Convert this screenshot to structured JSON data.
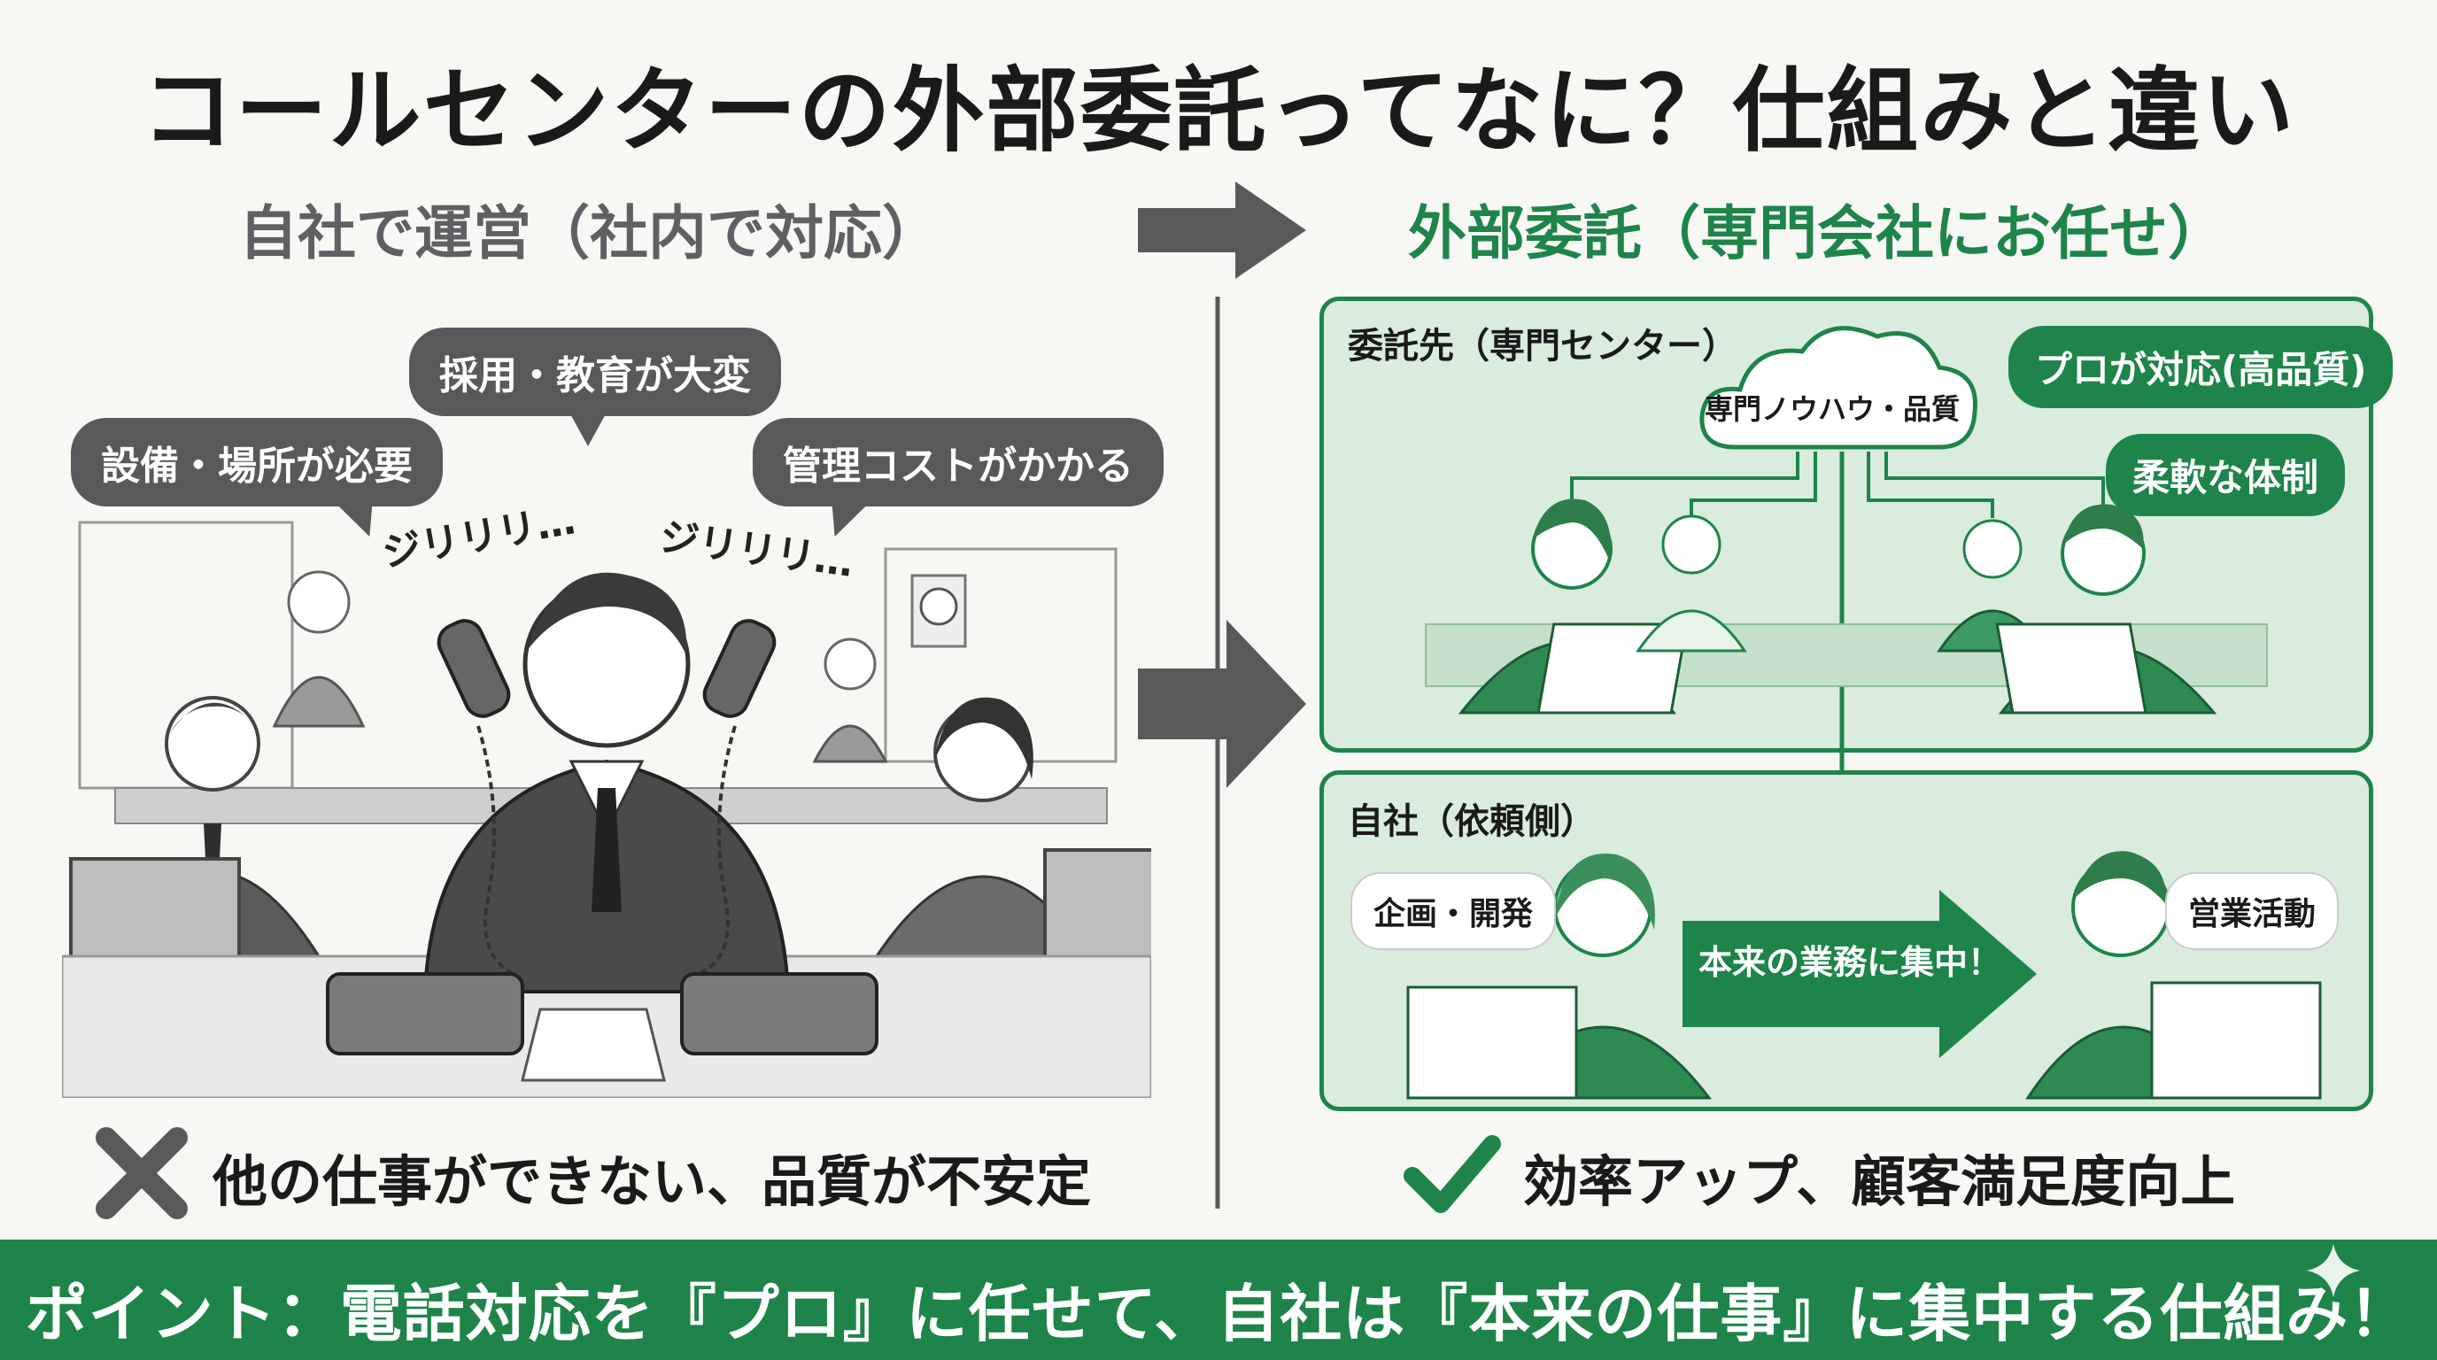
{
  "title": "コールセンターの外部委託ってなに？仕組みと違い",
  "left": {
    "heading": "自社で運営（社内で対応）",
    "bubbles": {
      "equipment": "設備・場所が必要",
      "hiring": "採用・教育が大変",
      "cost": "管理コストがかかる"
    },
    "ring_texts": [
      "ジリリリ…",
      "ジリリリ…"
    ],
    "result": "他の仕事ができない、品質が不安定"
  },
  "right": {
    "heading": "外部委託（専門会社にお任せ）",
    "vendor_label": "委託先（専門センター）",
    "cloud_label": "専門ノウハウ・品質",
    "bubbles": {
      "pro": "プロが対応(高品質)",
      "flexible": "柔軟な体制"
    },
    "client_label": "自社（依頼側）",
    "planning": "企画・開発",
    "sales": "営業活動",
    "focus_arrow": "本来の業務に集中！",
    "result": "効率アップ、顧客満足度向上"
  },
  "footer": "ポイント：電話対応を『プロ』に任せて、自社は『本来の仕事』に集中する仕組み！",
  "colors": {
    "green": "#1e8449",
    "gray": "#58595b",
    "panel": "#d9ecdd"
  }
}
